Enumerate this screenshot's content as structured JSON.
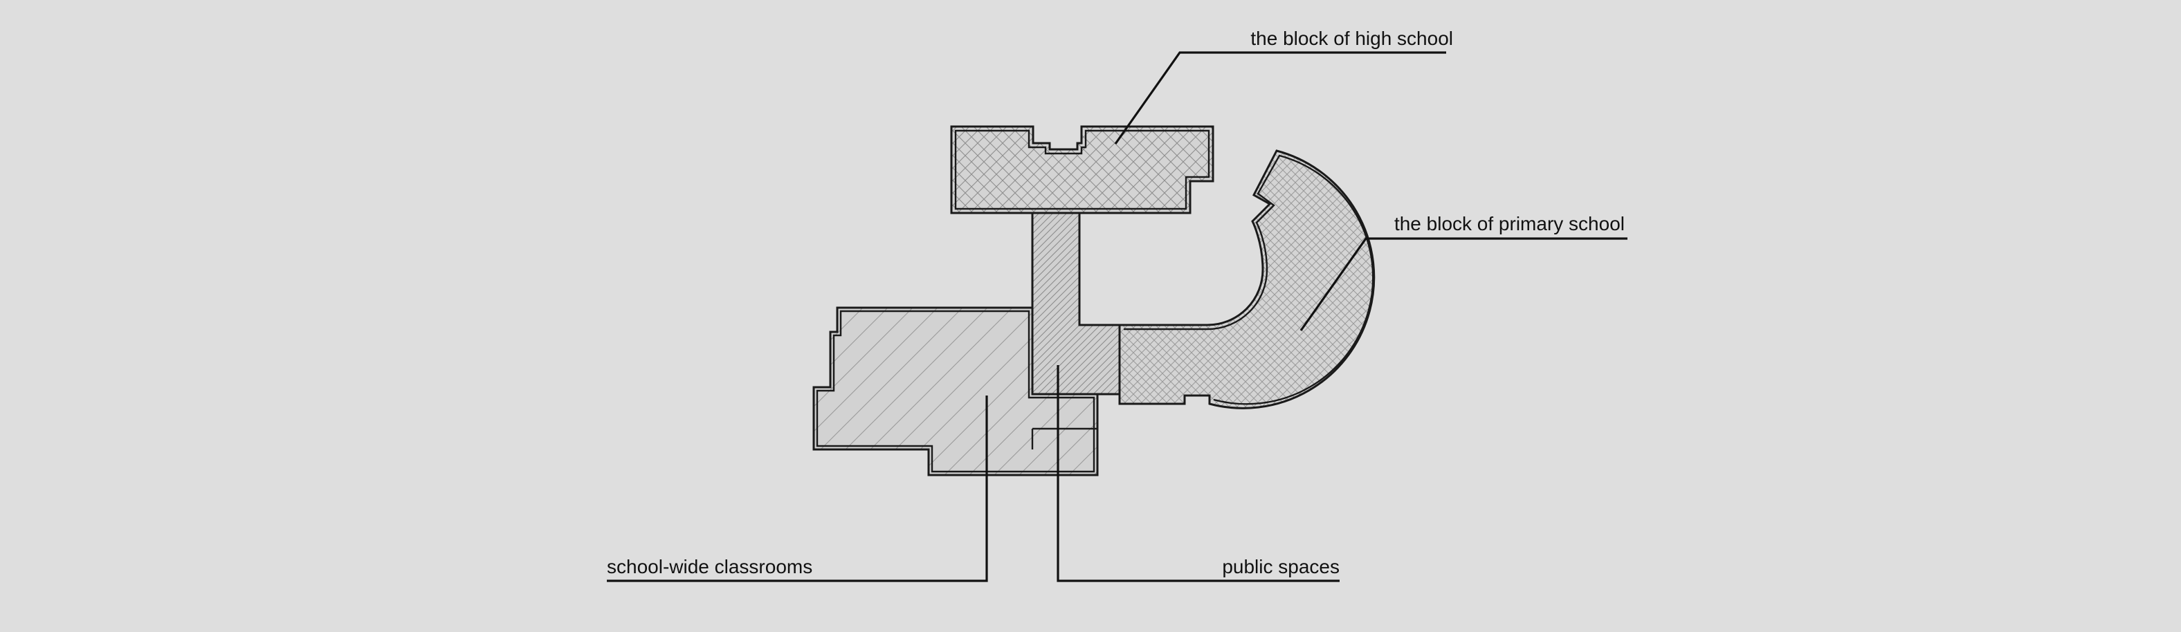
{
  "labels": {
    "high_school_block": "the block of high school",
    "primary_school_block": "the block of primary school",
    "classrooms": "school-wide classrooms",
    "public_spaces": "public spaces"
  },
  "colors": {
    "background": "#dedede",
    "zone_fill": "#d2d2d2",
    "line": "#1a1a1a"
  }
}
